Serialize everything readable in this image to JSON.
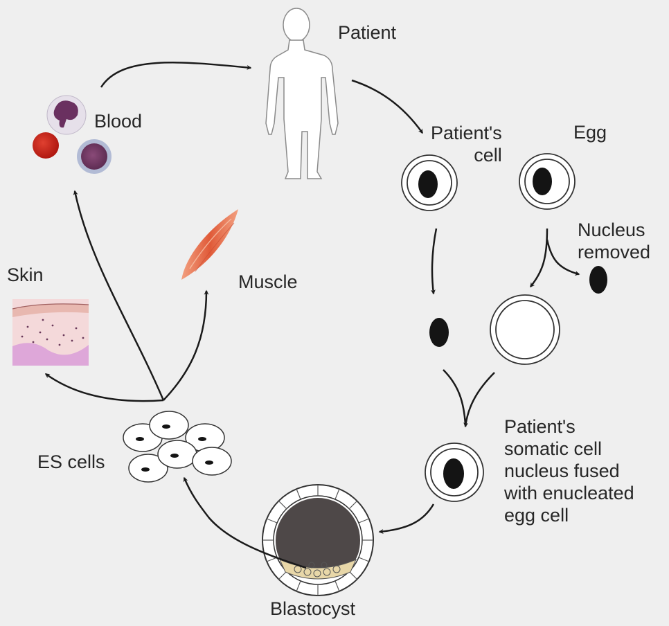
{
  "labels": {
    "patient": "Patient",
    "patients_cell_line1": "Patient's",
    "patients_cell_line2": "cell",
    "egg": "Egg",
    "nucleus_removed_line1": "Nucleus",
    "nucleus_removed_line2": "removed",
    "blood": "Blood",
    "skin": "Skin",
    "muscle": "Muscle",
    "es_cells": "ES cells",
    "fused_line1": "Patient's",
    "fused_line2": "somatic cell",
    "fused_line3": "nucleus fused",
    "fused_line4": "with enucleated",
    "fused_line5": "egg cell",
    "blastocyst": "Blastocyst"
  },
  "icons": [
    "human-figure-icon",
    "cell-icon",
    "nucleus-icon",
    "blastocyst-icon",
    "es-cells-icon",
    "blood-cells-icon",
    "skin-tissue-icon",
    "muscle-tissue-icon",
    "arrow-icon"
  ],
  "colors": {
    "background": "#efefef",
    "text": "#262626",
    "arrow": "#1a1a1a",
    "nucleus": "#141414",
    "blastocyst_mass": "#4e4848",
    "red_blood_cell": "#c0201a",
    "muscle": "#e06040",
    "skin": "#f0c0c4"
  }
}
